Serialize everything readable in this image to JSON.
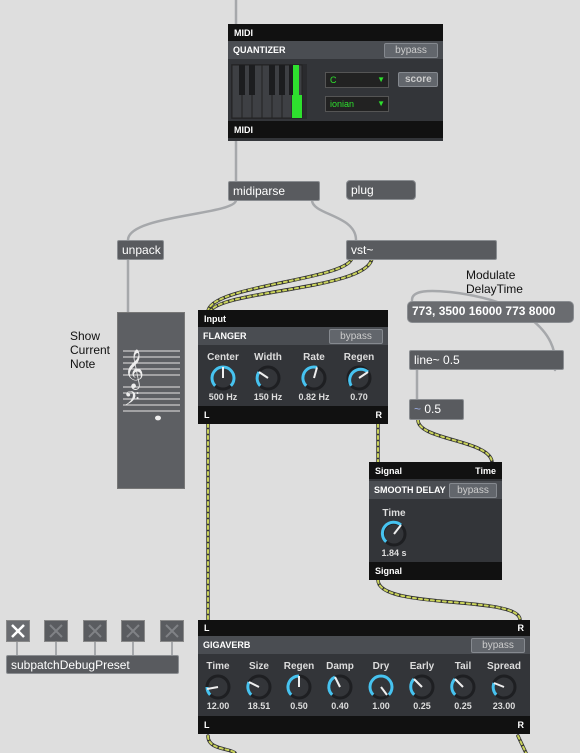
{
  "quantizer": {
    "top_label": "MIDI",
    "title": "QUANTIZER",
    "bypass": "bypass",
    "root_note": "C",
    "scale": "ionian",
    "score_label": "score",
    "bottom_label": "MIDI"
  },
  "objects": {
    "midiparse": "midiparse",
    "plug": "plug",
    "unpack": "unpack",
    "vst": "vst~",
    "message": "773, 3500 16000 773 8000",
    "line": "line~ 0.5",
    "sig": "~ 0.5",
    "subpatch": "subpatchDebugPreset"
  },
  "comments": {
    "show_note": [
      "Show",
      "Current",
      "Note"
    ],
    "modulate": [
      "Modulate",
      "DelayTime"
    ]
  },
  "flanger": {
    "top_label": "Input",
    "title": "FLANGER",
    "bypass": "bypass",
    "knobs": [
      {
        "label": "Center",
        "value": "500 Hz"
      },
      {
        "label": "Width",
        "value": "150 Hz"
      },
      {
        "label": "Rate",
        "value": "0.82 Hz"
      },
      {
        "label": "Regen",
        "value": "0.70"
      }
    ],
    "out_left": "L",
    "out_right": "R"
  },
  "smooth_delay": {
    "in_left": "Signal",
    "in_right": "Time",
    "title": "SMOOTH DELAY",
    "bypass": "bypass",
    "knob": {
      "label": "Time",
      "value": "1.84 s"
    },
    "out_label": "Signal"
  },
  "gigaverb": {
    "in_left": "L",
    "in_right": "R",
    "title": "GIGAVERB",
    "bypass": "bypass",
    "knobs": [
      {
        "label": "Time",
        "value": "12.00"
      },
      {
        "label": "Size",
        "value": "18.51"
      },
      {
        "label": "Regen",
        "value": "0.50"
      },
      {
        "label": "Damp",
        "value": "0.40"
      },
      {
        "label": "Dry",
        "value": "1.00"
      },
      {
        "label": "Early",
        "value": "0.25"
      },
      {
        "label": "Tail",
        "value": "0.25"
      },
      {
        "label": "Spread",
        "value": "23.00"
      }
    ],
    "out_left": "L",
    "out_right": "R"
  },
  "colors": {
    "background": "#dedede",
    "panel": "#333539",
    "knob_accent": "#47c3f0",
    "signal_cable": "#c9d25a",
    "meter_green": "#2ee02e"
  }
}
